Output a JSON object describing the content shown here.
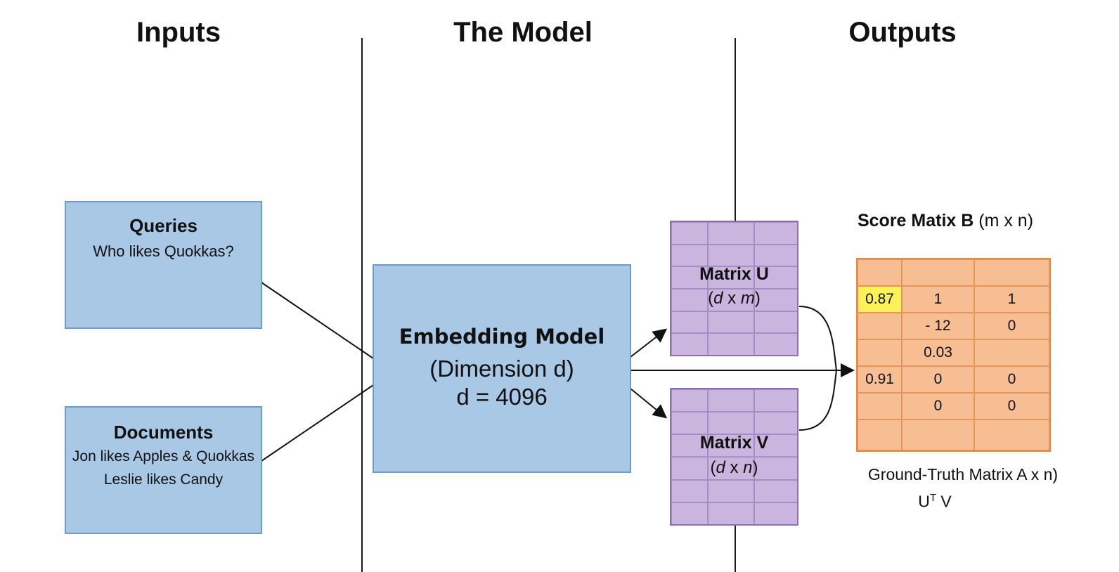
{
  "columns": {
    "inputs": "Inputs",
    "model": "The Model",
    "outputs": "Outputs"
  },
  "queries": {
    "title": "Queries",
    "text": "Who likes Quokkas?"
  },
  "documents": {
    "title": "Documents",
    "line1": "Jon likes Apples & Quokkas",
    "line2": "Leslie likes Candy"
  },
  "embedding": {
    "title": "Embedding Model",
    "dimension": "(Dimension d)",
    "value": "d = 4096"
  },
  "matrix_u": {
    "title": "Matrix U",
    "open": "(",
    "d": "d",
    "x": " x ",
    "dim2": "m",
    "close": ")"
  },
  "matrix_v": {
    "title": "Matrix V",
    "open": "(",
    "d": "d",
    "x": " x ",
    "dim2": "n",
    "close": ")"
  },
  "score": {
    "title_bold": "Score Matix B",
    "title_rest": " (m x n)",
    "cells": [
      [
        "",
        "",
        ""
      ],
      [
        "0.87",
        "1",
        "1"
      ],
      [
        "",
        "- 12",
        "0"
      ],
      [
        "",
        "0.03",
        ""
      ],
      [
        "0.91",
        "0",
        "0"
      ],
      [
        "",
        "0",
        "0"
      ],
      [
        "",
        "",
        ""
      ]
    ],
    "highlight_color": "#fbf25a"
  },
  "ground_truth": {
    "line1": "Ground-Truth Matrix A x n)",
    "u": "U",
    "t": "T",
    "v": " V"
  },
  "colors": {
    "blue_box": "#a8c8e6",
    "purple_box": "#c9b5dd",
    "orange_box": "#f7be93"
  }
}
